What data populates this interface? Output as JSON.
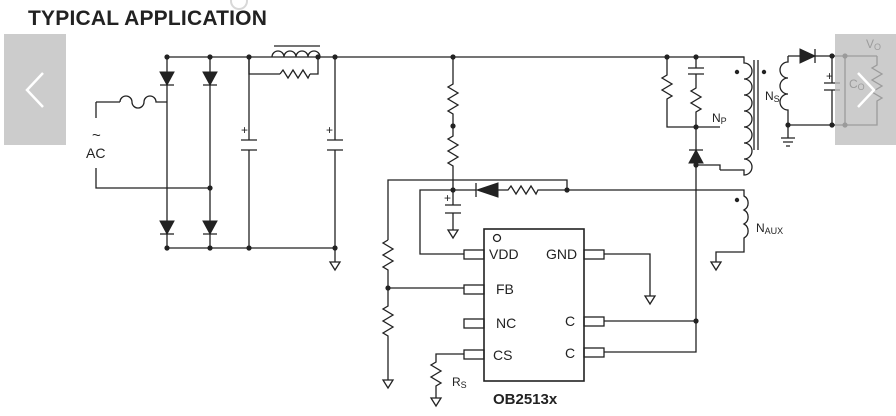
{
  "title": "TYPICAL APPLICATION",
  "chip": {
    "name": "OB2513x",
    "pins": {
      "vdd": "VDD",
      "fb": "FB",
      "nc": "NC",
      "cs": "CS",
      "gnd": "GND",
      "c1": "C",
      "c2": "C"
    }
  },
  "labels": {
    "ac_symbol": "~",
    "ac": "AC",
    "np_main": "N",
    "np_sub": "P",
    "ns_main": "N",
    "ns_sub": "S",
    "naux_main": "N",
    "naux_sub": "AUX",
    "vo_main": "V",
    "vo_sub": "O",
    "co_main": "C",
    "co_sub": "O",
    "rs_main": "R",
    "rs_sub": "S",
    "plus": "+"
  }
}
